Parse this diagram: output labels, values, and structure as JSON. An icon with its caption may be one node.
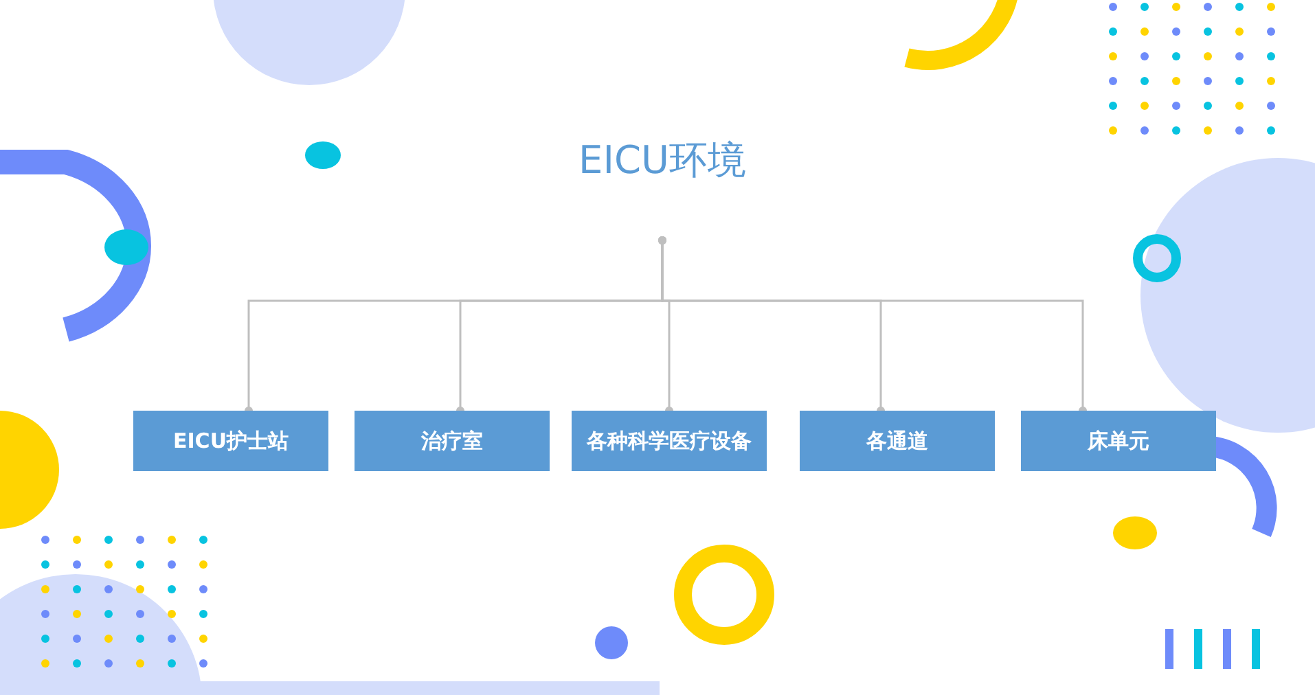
{
  "diagram": {
    "nodes": [
      {
        "text": [
          "EICU环境"
        ]
      },
      {
        "text": [
          "EICU护士站"
        ]
      },
      {
        "text": [
          "治疗室"
        ]
      },
      {
        "text": [
          "各种科学医疗设备"
        ]
      },
      {
        "text": [
          "各通道"
        ]
      },
      {
        "text": [
          "床单元"
        ]
      }
    ],
    "edges": [
      {
        "from": 0,
        "to": 1,
        "arrow": "other"
      },
      {
        "from": 0,
        "to": 2,
        "arrow": "other"
      },
      {
        "from": 0,
        "to": 3,
        "arrow": "other"
      },
      {
        "from": 0,
        "to": 4,
        "arrow": "other"
      },
      {
        "from": 0,
        "to": 5,
        "arrow": "other"
      }
    ]
  }
}
